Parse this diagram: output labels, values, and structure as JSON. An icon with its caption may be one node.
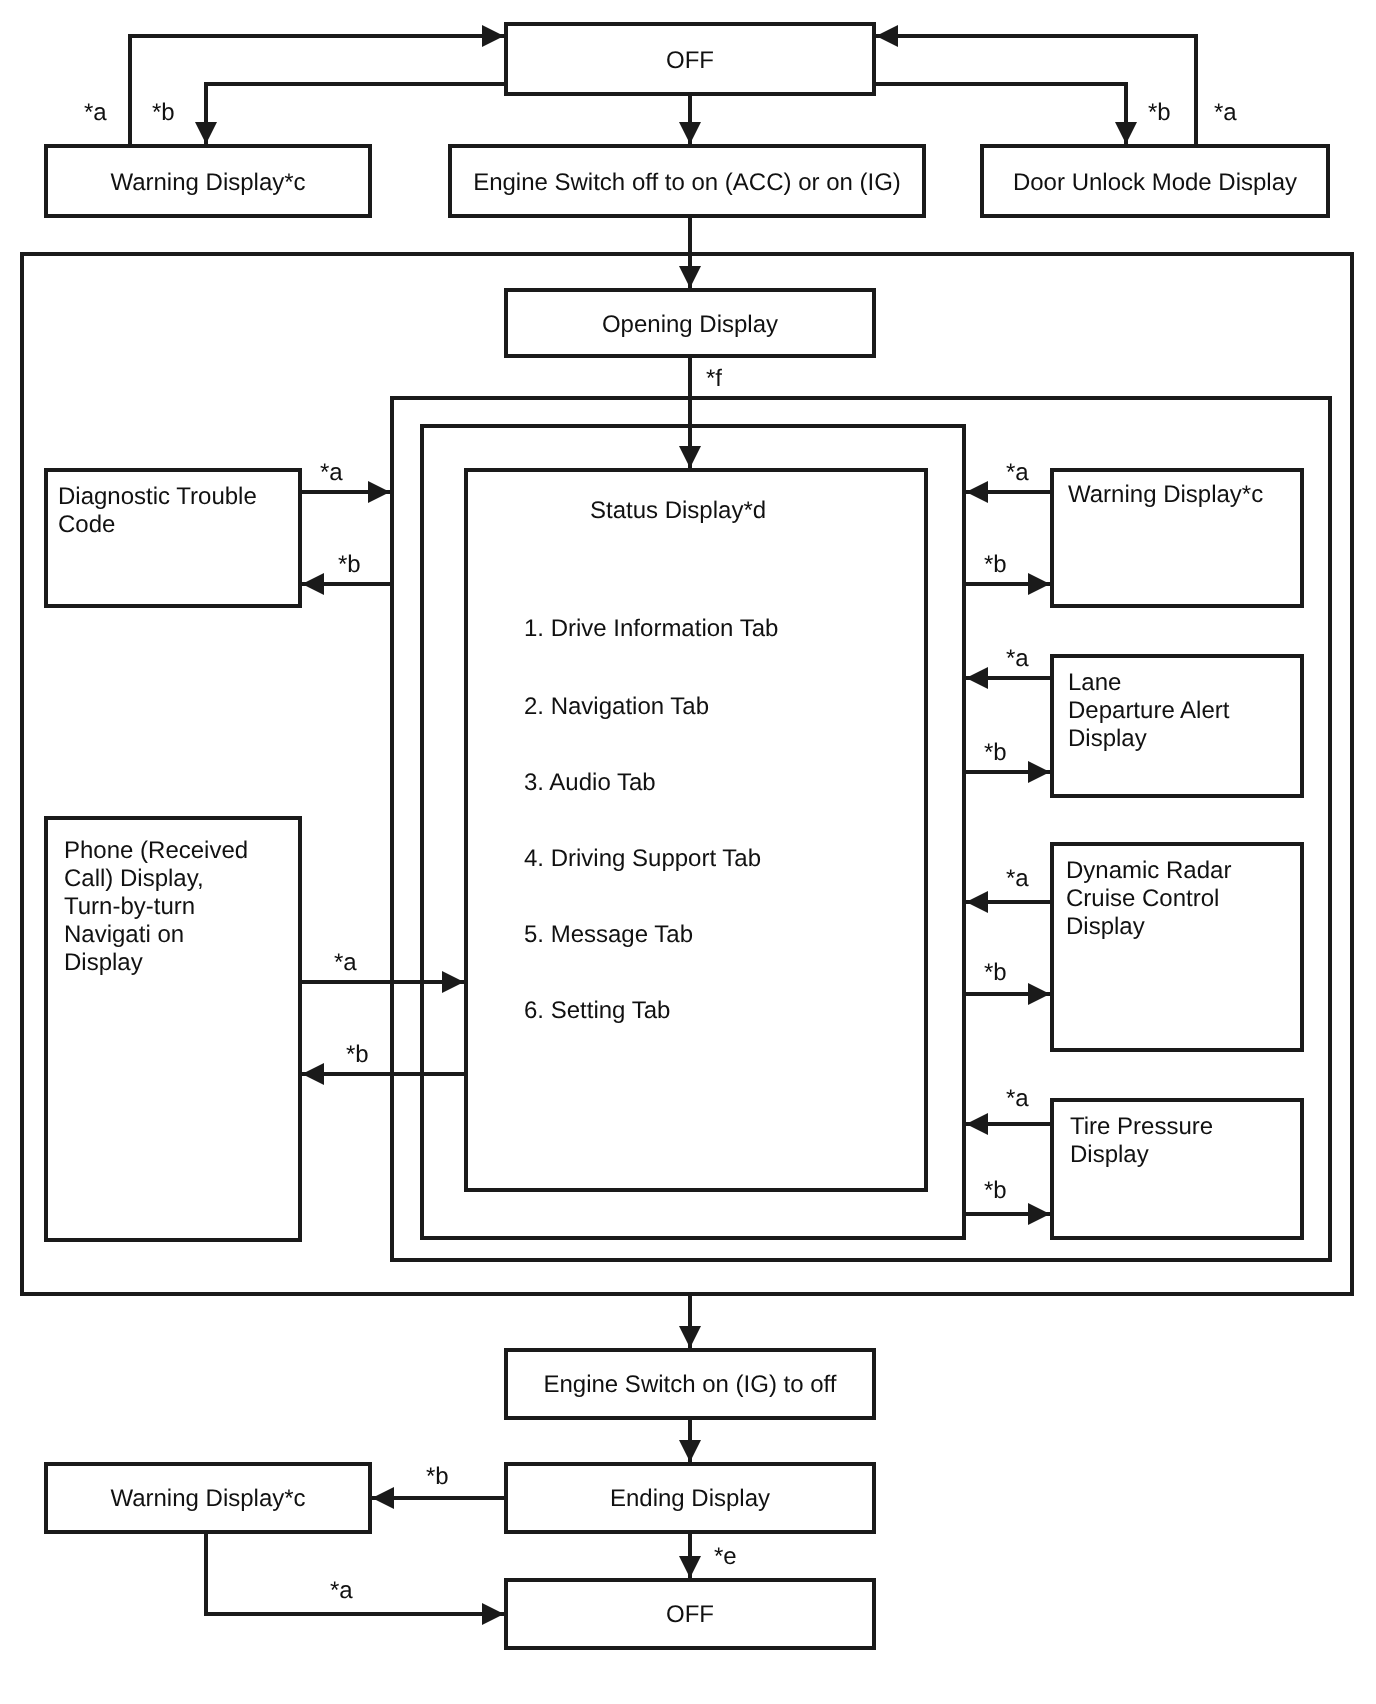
{
  "diagram": {
    "nodes": [
      {
        "text": [
          "OFF"
        ]
      },
      {
        "text": [
          "Warning Display*c"
        ]
      },
      {
        "text": [
          "Engine Switch off to on (ACC) or on (IG)"
        ]
      },
      {
        "text": [
          "Door Unlock Mode Display"
        ]
      },
      {
        "text": [],
        "shape": "box"
      },
      {
        "text": [
          "Opening Display"
        ],
        "in": 4
      },
      {
        "text": [],
        "shape": "box",
        "in": 4
      },
      {
        "text": [
          "Diagnostic Trouble Code"
        ],
        "in": 4
      },
      {
        "text": [],
        "shape": "box",
        "in": 6
      },
      {
        "text": [
          "Status Display*d",
          "1. Drive Information Tab",
          "2. Navigation Tab",
          "3. Audio Tab",
          "4. Driving Support Tab",
          "5. Message Tab",
          "6. Setting Tab"
        ],
        "in": 8
      },
      {
        "text": [
          "Warning Display*c"
        ],
        "in": 6
      },
      {
        "text": [
          "Lane Departure Alert Display"
        ],
        "in": 6
      },
      {
        "text": [
          "Phone (Received Call) Display, Turn-by-turn Navigati on Display"
        ],
        "in": 4
      },
      {
        "text": [
          "Dynamic Radar Cruise Control Display"
        ],
        "in": 6
      },
      {
        "text": [
          "Tire Pressure Display"
        ],
        "in": 6
      },
      {
        "text": [
          "Engine Switch on (IG) to off"
        ]
      },
      {
        "text": [
          "Warning Display*c"
        ]
      },
      {
        "text": [
          "Ending Display"
        ]
      },
      {
        "text": [
          "OFF"
        ]
      }
    ],
    "edges": [
      {
        "from": 1,
        "to": 0,
        "arrow": "to",
        "label": "*a"
      },
      {
        "from": 0,
        "to": 1,
        "arrow": "to",
        "label": "*b"
      },
      {
        "from": 0,
        "to": 2,
        "arrow": "to"
      },
      {
        "from": 0,
        "to": 3,
        "arrow": "to",
        "label": "*b"
      },
      {
        "from": 3,
        "to": 0,
        "arrow": "to",
        "label": "*a"
      },
      {
        "from": 2,
        "to": 5,
        "arrow": "to"
      },
      {
        "from": 5,
        "to": 9,
        "arrow": "to",
        "label": "*f"
      },
      {
        "from": 7,
        "to": 6,
        "arrow": "to",
        "label": "*a"
      },
      {
        "from": 6,
        "to": 7,
        "arrow": "to",
        "label": "*b"
      },
      {
        "from": 10,
        "to": 8,
        "arrow": "to",
        "label": "*a"
      },
      {
        "from": 8,
        "to": 10,
        "arrow": "to",
        "label": "*b"
      },
      {
        "from": 11,
        "to": 8,
        "arrow": "to",
        "label": "*a"
      },
      {
        "from": 8,
        "to": 11,
        "arrow": "to",
        "label": "*b"
      },
      {
        "from": 12,
        "to": 9,
        "arrow": "to",
        "label": "*a"
      },
      {
        "from": 9,
        "to": 12,
        "arrow": "to",
        "label": "*b"
      },
      {
        "from": 13,
        "to": 8,
        "arrow": "to",
        "label": "*a"
      },
      {
        "from": 8,
        "to": 13,
        "arrow": "to",
        "label": "*b"
      },
      {
        "from": 14,
        "to": 8,
        "arrow": "to",
        "label": "*a"
      },
      {
        "from": 8,
        "to": 14,
        "arrow": "to",
        "label": "*b"
      },
      {
        "from": 4,
        "to": 15,
        "arrow": "to"
      },
      {
        "from": 15,
        "to": 17,
        "arrow": "to"
      },
      {
        "from": 17,
        "to": 16,
        "arrow": "to",
        "label": "*b"
      },
      {
        "from": 17,
        "to": 18,
        "arrow": "to",
        "label": "*e"
      },
      {
        "from": 16,
        "to": 18,
        "arrow": "to",
        "label": "*a"
      }
    ]
  }
}
